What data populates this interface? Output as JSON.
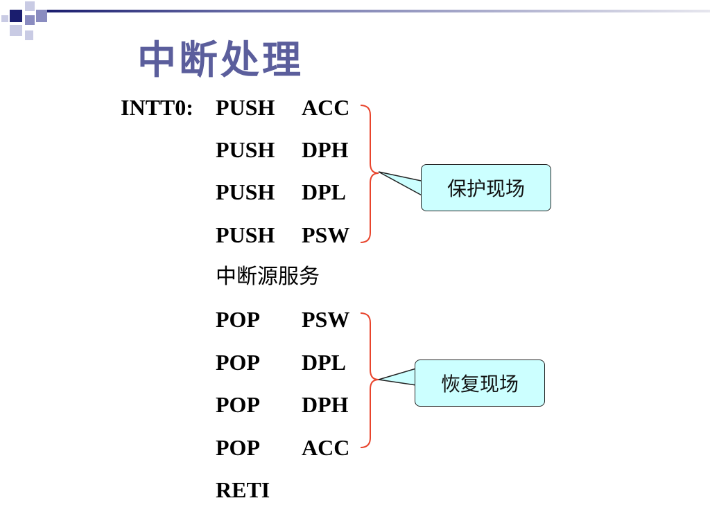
{
  "slide": {
    "title": "中断处理",
    "program": {
      "label": "INTT0:",
      "lines": [
        {
          "op": "PUSH",
          "arg": "ACC"
        },
        {
          "op": "PUSH",
          "arg": "DPH"
        },
        {
          "op": "PUSH",
          "arg": "DPL"
        },
        {
          "op": "PUSH",
          "arg": "PSW"
        },
        {
          "op": "中断源服务",
          "arg": ""
        },
        {
          "op": "POP",
          "arg": "PSW"
        },
        {
          "op": "POP",
          "arg": "DPL"
        },
        {
          "op": "POP",
          "arg": "DPH"
        },
        {
          "op": "POP",
          "arg": "ACC"
        },
        {
          "op": "RETI",
          "arg": ""
        }
      ]
    },
    "callouts": {
      "save": "保护现场",
      "restore": "恢复现场"
    }
  },
  "colors": {
    "title": "#5b5e9c",
    "brace": "#e8442c",
    "callout_fill": "#ccffff",
    "decor_dark": "#1a1d6e",
    "decor_mid": "#8a8cc0",
    "decor_light": "#c9cbe4"
  }
}
